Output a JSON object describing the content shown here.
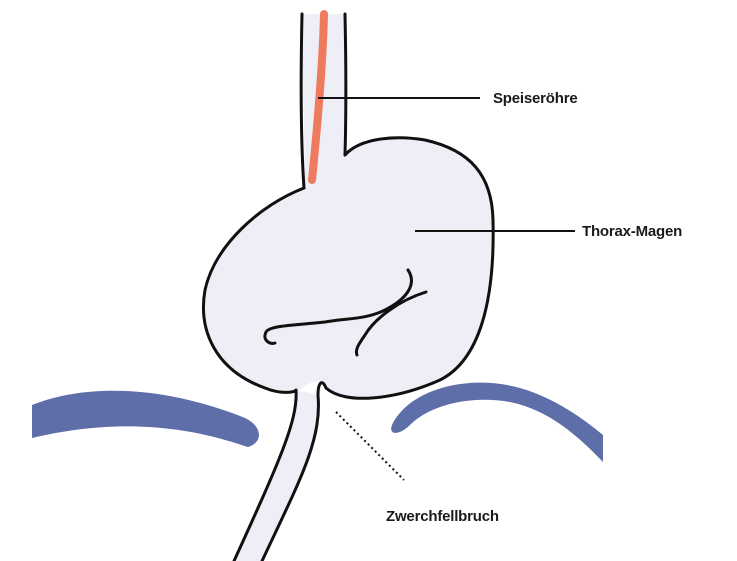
{
  "labels": {
    "esophagus": "Speiseröhre",
    "thorax_stomach": "Thorax-Magen",
    "diaphragmatic_hernia": "Zwerchfellbruch"
  },
  "colors": {
    "organ_fill": "#eeeff6",
    "outline": "#111111",
    "diaphragm": "#5d6ea8",
    "esophagus_highlight": "#ef7b5f",
    "background": "#ffffff"
  }
}
